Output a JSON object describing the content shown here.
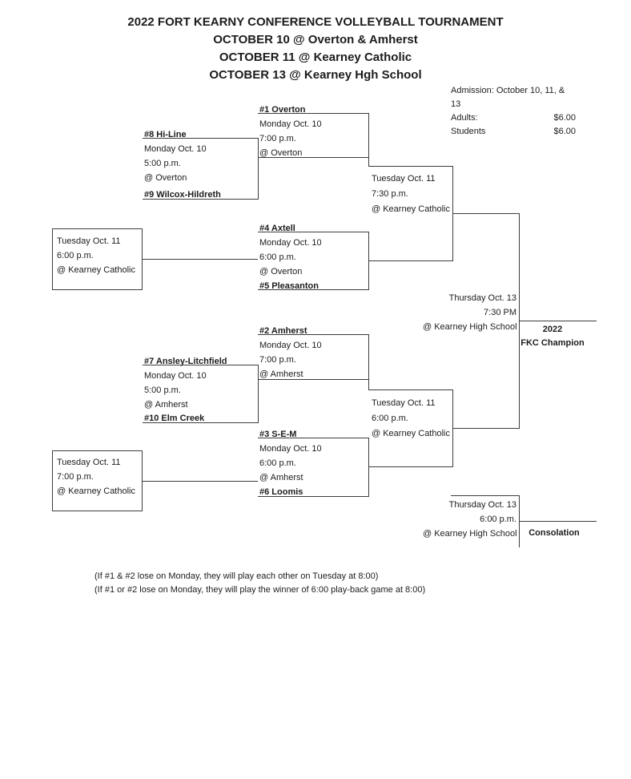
{
  "header": {
    "title": "2022 FORT KEARNY CONFERENCE VOLLEYBALL TOURNAMENT",
    "date_lines": [
      "OCTOBER 10 @ Overton & Amherst",
      "OCTOBER 11 @ Kearney Catholic",
      "OCTOBER 13 @ Kearney Hgh School"
    ]
  },
  "admission": {
    "heading": "Admission: October 10, 11, & 13",
    "rows": [
      {
        "label": "Adults:",
        "price": "$6.00"
      },
      {
        "label": "Students",
        "price": "$6.00"
      }
    ]
  },
  "bracket": {
    "playin_top": {
      "seed_top": "#8 Hi-Line",
      "seed_bottom": "#9 Wilcox-Hildreth",
      "info": [
        "Monday Oct. 10",
        "5:00 p.m.",
        "@ Overton"
      ]
    },
    "qf1": {
      "seed_top": "#1 Overton",
      "info": [
        "Monday Oct. 10",
        "7:00 p.m.",
        "@ Overton"
      ]
    },
    "qf2": {
      "seed_top": "#4 Axtell",
      "seed_bottom": "#5 Pleasanton",
      "info": [
        "Monday Oct. 10",
        "6:00 p.m.",
        "@ Overton"
      ]
    },
    "sf1": {
      "info": [
        "Tuesday Oct. 11",
        "7:30 p.m.",
        "@ Kearney Catholic"
      ]
    },
    "playback_top": {
      "info": [
        "Tuesday Oct. 11",
        "6:00 p.m.",
        "@ Kearney Catholic"
      ]
    },
    "qf3": {
      "seed_top": "#2 Amherst",
      "info": [
        "Monday Oct. 10",
        "7:00 p.m.",
        "@ Amherst"
      ]
    },
    "playin_bottom": {
      "seed_top": "#7 Ansley-Litchfield",
      "seed_bottom": "#10 Elm Creek",
      "info": [
        "Monday Oct. 10",
        "5:00 p.m.",
        "@ Amherst"
      ]
    },
    "qf4": {
      "seed_top": "#3 S-E-M",
      "seed_bottom": "#6 Loomis",
      "info": [
        "Monday Oct. 10",
        "6:00 p.m.",
        "@ Amherst"
      ]
    },
    "sf2": {
      "info": [
        "Tuesday Oct. 11",
        "6:00 p.m.",
        "@ Kearney Catholic"
      ]
    },
    "playback_bottom": {
      "info": [
        "Tuesday Oct. 11",
        "7:00 p.m.",
        "@ Kearney Catholic"
      ]
    },
    "final": {
      "info": [
        "Thursday Oct. 13",
        "7:30 PM",
        "@ Kearney High School"
      ],
      "winner_line1": "2022",
      "winner_line2": "FKC Champion"
    },
    "consolation": {
      "info": [
        "Thursday Oct. 13",
        "6:00 p.m.",
        "@ Kearney High School"
      ],
      "winner_label": "Consolation"
    }
  },
  "footnotes": [
    "(If #1 & #2 lose on Monday, they will play each other on Tuesday at 8:00)",
    "(If #1 or #2 lose on Monday, they will play the winner of 6:00 play-back game at 8:00)"
  ]
}
